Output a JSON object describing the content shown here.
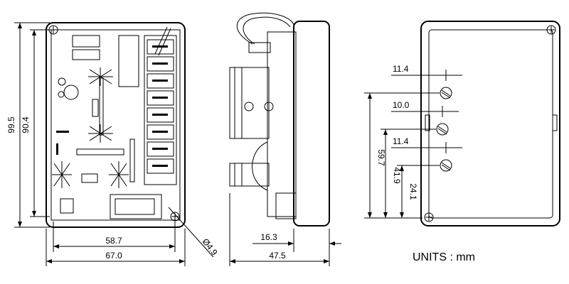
{
  "front_view": {
    "height_outer": "99.5",
    "height_inner": "90.4",
    "width_holes": "58.7",
    "width_outer": "67.0",
    "hole_diameter": "Ø4.9"
  },
  "side_view": {
    "depth_cover": "16.3",
    "depth_total": "47.5"
  },
  "rear_view": {
    "spacing_top": "11.4",
    "spacing_mid": "10.0",
    "spacing_low": "11.4",
    "height_top_pot": "59.7",
    "height_mid_pot": "41.9",
    "height_low_pot": "24.1"
  },
  "units_label": "UNITS : mm"
}
